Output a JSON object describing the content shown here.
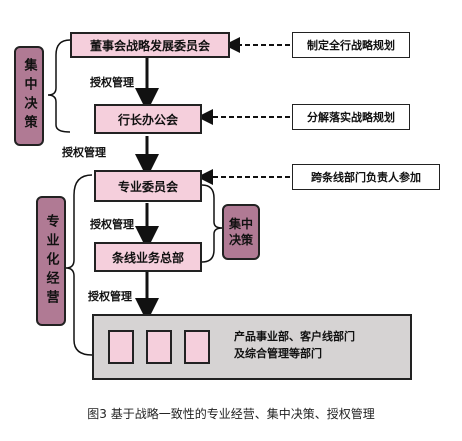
{
  "nodes": {
    "board_committee": "董事会战略发展委员会",
    "president_meeting": "行长办公会",
    "professional_committee": "专业委员会",
    "business_hq": "条线业务总部",
    "bottom_units": "产品事业部、客户线部门\n及综合管理等部门"
  },
  "side_notes": {
    "note1": "制定全行战略规划",
    "note2": "分解落实战略规划",
    "note3": "跨条线部门负责人参加"
  },
  "edge_labels": {
    "auth1": "授权管理",
    "auth2": "授权管理",
    "auth3": "授权管理",
    "auth4": "授权管理"
  },
  "groups": {
    "centralized_top": "集中决策",
    "professional_left": "专业化经营",
    "centralized_mid": "集中决策"
  },
  "caption": "图3   基于战略一致性的专业经营、集中决策、授权管理"
}
